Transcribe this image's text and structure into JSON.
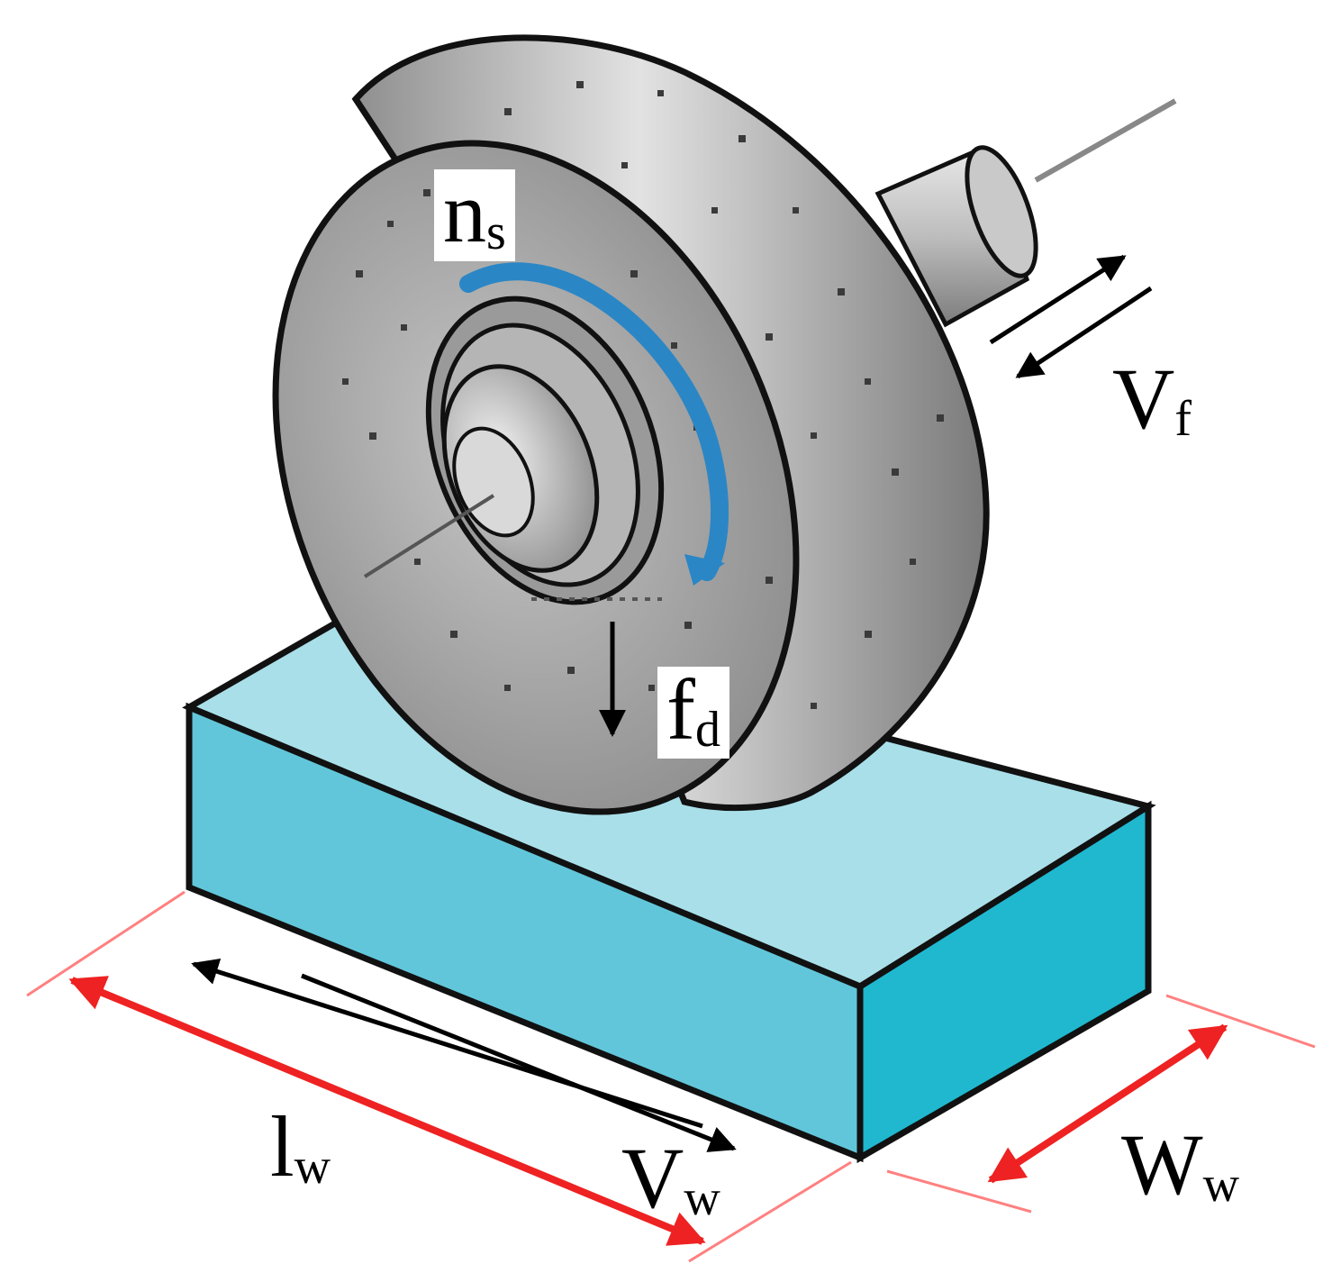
{
  "labels": {
    "ns": {
      "main": "n",
      "sub": "s"
    },
    "vf": {
      "main": "V",
      "sub": "f"
    },
    "fd": {
      "main": "f",
      "sub": "d"
    },
    "lw": {
      "main": "l",
      "sub": "w"
    },
    "vw": {
      "main": "V",
      "sub": "w"
    },
    "ww": {
      "main": "W",
      "sub": "w"
    }
  },
  "colors": {
    "workpiece_top": "#a9dfe9",
    "workpiece_front": "#62c6da",
    "workpiece_side": "#1fb8cf",
    "wheel_face": "#a8a8a8",
    "wheel_rim": "#bdbdbd",
    "rotation_arrow": "#2b86c5",
    "dimension_red": "#ee2222",
    "outline": "#111111"
  },
  "icons": [
    "grinding-wheel",
    "workpiece-block",
    "rotation-arrow",
    "feed-arrow",
    "dimension-arrow"
  ]
}
